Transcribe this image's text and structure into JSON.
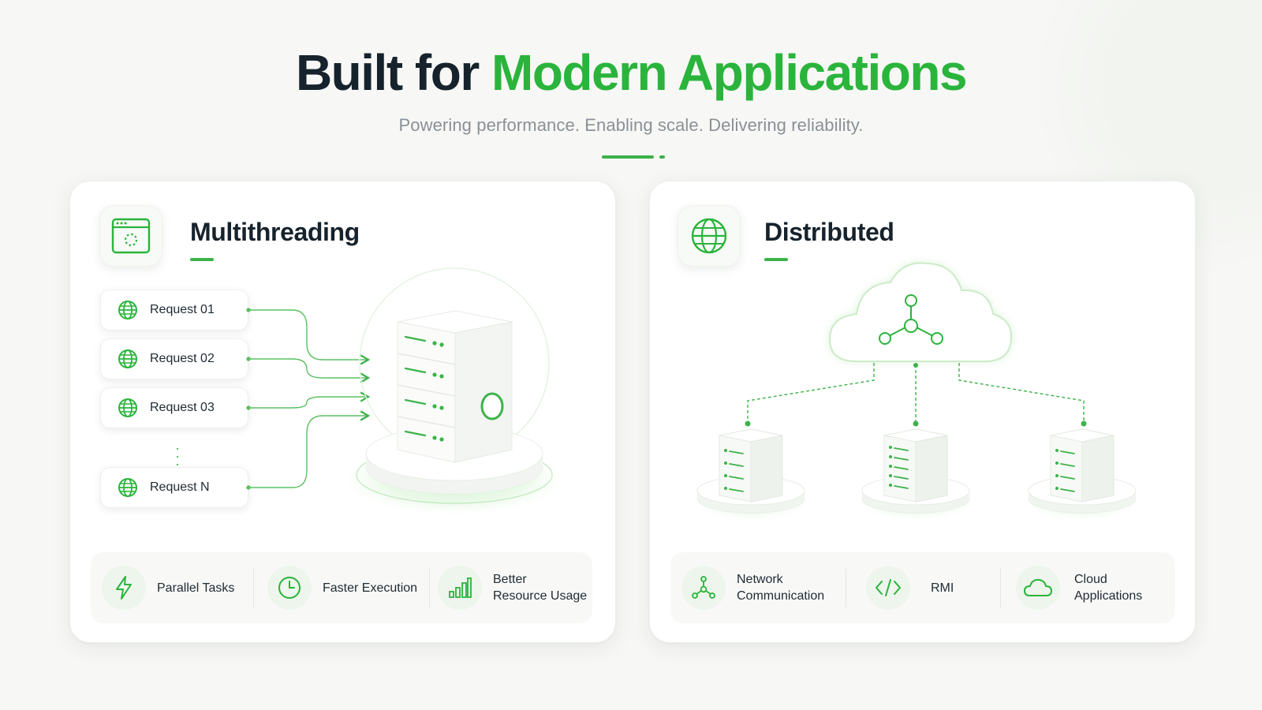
{
  "header": {
    "title_main": "Built for ",
    "title_accent": "Modern Applications",
    "subtitle": "Powering performance. Enabling scale. Delivering reliability."
  },
  "colors": {
    "accent": "#2ab43c",
    "text_dark": "#16222c",
    "text_muted": "#8a9096",
    "background": "#f7f7f5"
  },
  "multithreading": {
    "title": "Multithreading",
    "icon": "browser-window-loading-icon",
    "requests": [
      {
        "label": "Request 01",
        "icon": "globe-icon"
      },
      {
        "label": "Request 02",
        "icon": "globe-icon"
      },
      {
        "label": "Request 03",
        "icon": "globe-icon"
      },
      {
        "label": "Request N",
        "icon": "globe-icon"
      }
    ],
    "central_node": "server-stack-icon",
    "features": [
      {
        "label": "Parallel Tasks",
        "icon": "lightning-icon"
      },
      {
        "label": "Faster Execution",
        "icon": "clock-icon"
      },
      {
        "label": "Better\nResource Usage",
        "icon": "bar-chart-icon"
      }
    ]
  },
  "distributed": {
    "title": "Distributed",
    "icon": "globe-icon",
    "cloud_icon": "network-nodes-icon",
    "server_nodes": 3,
    "features": [
      {
        "label": "Network\nCommunication",
        "icon": "network-nodes-icon"
      },
      {
        "label": "RMI",
        "icon": "code-brackets-icon"
      },
      {
        "label": "Cloud\nApplications",
        "icon": "cloud-icon"
      }
    ]
  }
}
